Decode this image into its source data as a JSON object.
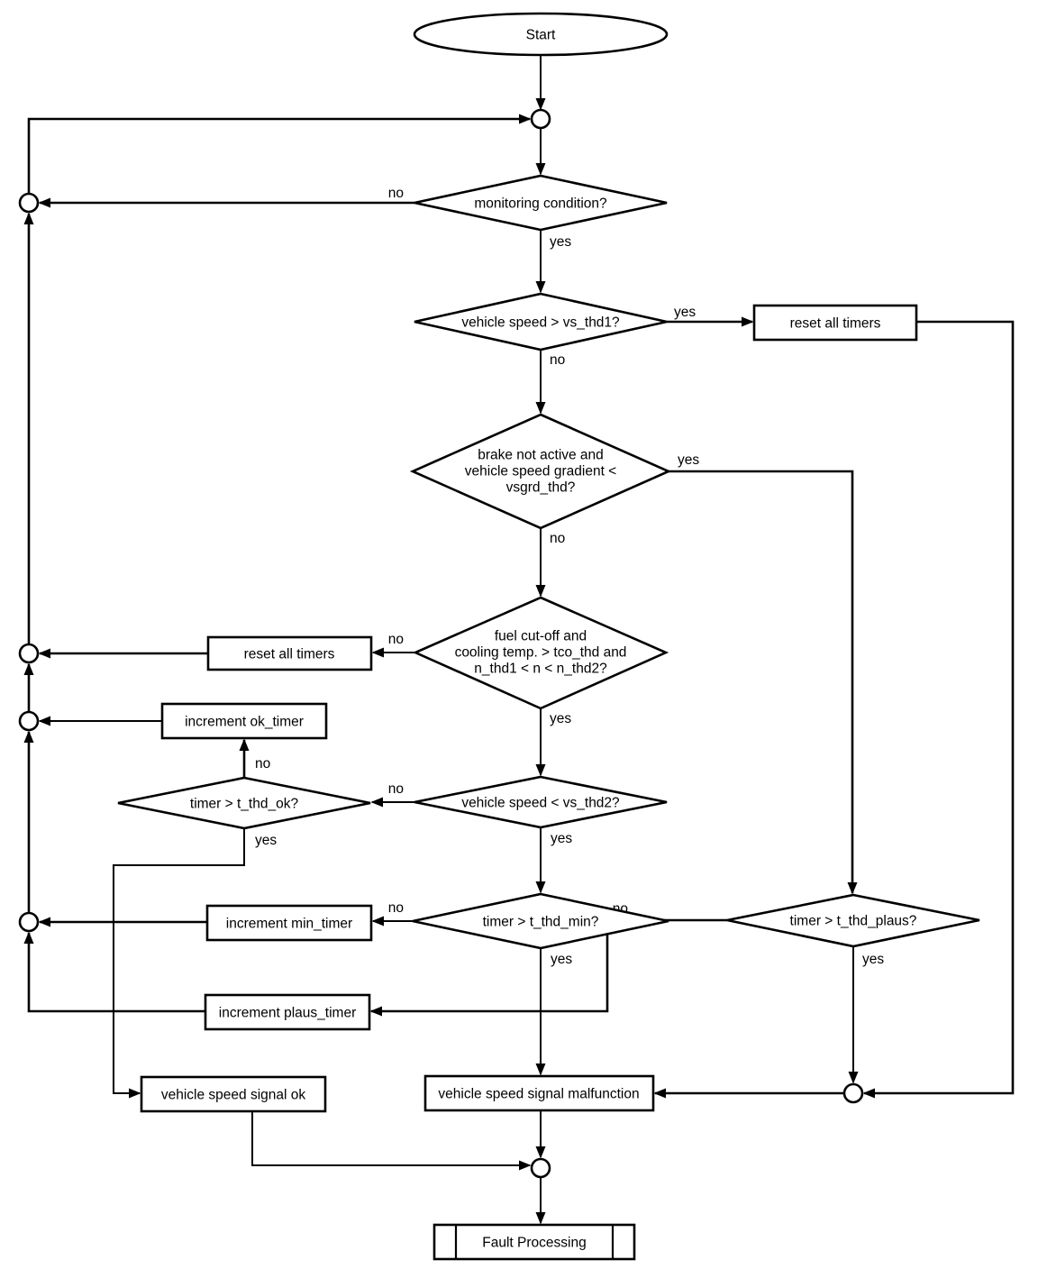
{
  "diagram": {
    "type": "flowchart",
    "background_color": "#ffffff",
    "line_color": "#000000",
    "shape_fill_color": "#ffffff"
  },
  "nodes": {
    "start": {
      "type": "terminator",
      "label": "Start"
    },
    "monitoring": {
      "type": "decision",
      "lines": [
        "monitoring condition?"
      ]
    },
    "vs_thd1": {
      "type": "decision",
      "lines": [
        "vehicle speed > vs_thd1?"
      ]
    },
    "reset_timers_right": {
      "type": "process",
      "label": "reset all timers"
    },
    "brake": {
      "type": "decision",
      "lines": [
        "brake not active and",
        "vehicle speed gradient <",
        "vsgrd_thd?"
      ]
    },
    "fuel": {
      "type": "decision",
      "lines": [
        "fuel cut-off and",
        "cooling temp. > tco_thd and",
        "n_thd1 < n < n_thd2?"
      ]
    },
    "reset_timers_left": {
      "type": "process",
      "label": "reset all timers"
    },
    "inc_ok": {
      "type": "process",
      "label": "increment ok_timer"
    },
    "t_thd_ok": {
      "type": "decision",
      "lines": [
        "timer > t_thd_ok?"
      ]
    },
    "vs_thd2": {
      "type": "decision",
      "lines": [
        "vehicle speed < vs_thd2?"
      ]
    },
    "t_thd_min": {
      "type": "decision",
      "lines": [
        "timer > t_thd_min?"
      ]
    },
    "t_thd_plaus": {
      "type": "decision",
      "lines": [
        "timer > t_thd_plaus?"
      ]
    },
    "inc_min": {
      "type": "process",
      "label": "increment min_timer"
    },
    "inc_plaus": {
      "type": "process",
      "label": "increment plaus_timer"
    },
    "signal_ok": {
      "type": "process",
      "label": "vehicle speed signal ok"
    },
    "signal_malfunction": {
      "type": "process",
      "label": "vehicle speed signal malfunction"
    },
    "fault_processing": {
      "type": "predefined_process",
      "label": "Fault Processing"
    },
    "junction_top": {
      "type": "junction",
      "label": ""
    },
    "junction_left_1": {
      "type": "junction",
      "label": ""
    },
    "junction_left_2": {
      "type": "junction",
      "label": ""
    },
    "junction_left_3": {
      "type": "junction",
      "label": ""
    },
    "junction_left_4": {
      "type": "junction",
      "label": ""
    },
    "junction_right": {
      "type": "junction",
      "label": ""
    },
    "junction_bottom": {
      "type": "junction",
      "label": ""
    }
  },
  "edges": [
    {
      "from": "start",
      "to": "junction_top",
      "label": ""
    },
    {
      "from": "junction_left_1",
      "to": "junction_top",
      "label": ""
    },
    {
      "from": "junction_top",
      "to": "monitoring",
      "label": ""
    },
    {
      "from": "monitoring",
      "to": "junction_left_1",
      "label": "no"
    },
    {
      "from": "monitoring",
      "to": "vs_thd1",
      "label": "yes"
    },
    {
      "from": "vs_thd1",
      "to": "reset_timers_right",
      "label": "yes"
    },
    {
      "from": "reset_timers_right",
      "to": "junction_right",
      "label": ""
    },
    {
      "from": "vs_thd1",
      "to": "brake",
      "label": "no"
    },
    {
      "from": "brake",
      "to": "t_thd_plaus",
      "label": "yes"
    },
    {
      "from": "brake",
      "to": "fuel",
      "label": "no"
    },
    {
      "from": "fuel",
      "to": "reset_timers_left",
      "label": "no"
    },
    {
      "from": "reset_timers_left",
      "to": "junction_left_2",
      "label": ""
    },
    {
      "from": "fuel",
      "to": "vs_thd2",
      "label": "yes"
    },
    {
      "from": "vs_thd2",
      "to": "t_thd_ok",
      "label": "no"
    },
    {
      "from": "vs_thd2",
      "to": "t_thd_min",
      "label": "yes"
    },
    {
      "from": "t_thd_ok",
      "to": "inc_ok",
      "label": "no"
    },
    {
      "from": "inc_ok",
      "to": "junction_left_3",
      "label": ""
    },
    {
      "from": "t_thd_ok",
      "to": "signal_ok",
      "label": "yes"
    },
    {
      "from": "t_thd_min",
      "to": "inc_min",
      "label": "no"
    },
    {
      "from": "inc_min",
      "to": "junction_left_4",
      "label": ""
    },
    {
      "from": "t_thd_min",
      "to": "signal_malfunction",
      "label": "yes"
    },
    {
      "from": "t_thd_plaus",
      "to": "inc_plaus",
      "label": "no"
    },
    {
      "from": "inc_plaus",
      "to": "junction_left_4",
      "label": ""
    },
    {
      "from": "t_thd_plaus",
      "to": "junction_right",
      "label": "yes"
    },
    {
      "from": "junction_right",
      "to": "signal_malfunction",
      "label": ""
    },
    {
      "from": "signal_malfunction",
      "to": "junction_bottom",
      "label": ""
    },
    {
      "from": "signal_ok",
      "to": "junction_bottom",
      "label": ""
    },
    {
      "from": "junction_bottom",
      "to": "fault_processing",
      "label": ""
    },
    {
      "from": "junction_left_4",
      "to": "junction_left_3",
      "label": ""
    },
    {
      "from": "junction_left_3",
      "to": "junction_left_2",
      "label": ""
    },
    {
      "from": "junction_left_2",
      "to": "junction_left_1",
      "label": ""
    }
  ]
}
